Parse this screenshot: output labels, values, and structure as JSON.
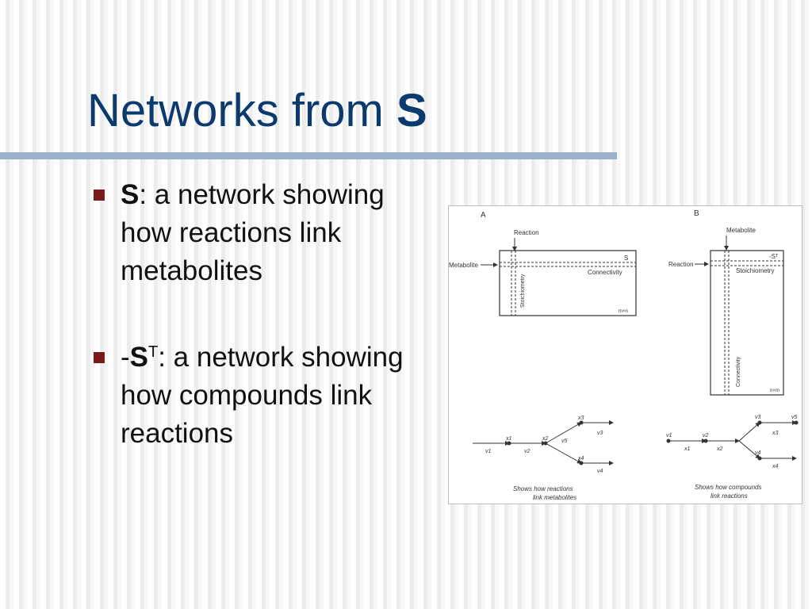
{
  "slide": {
    "title_prefix": "Networks from ",
    "title_bold": "S"
  },
  "bullets": [
    {
      "prefix": "",
      "bold": "S",
      "sup": "",
      "text": ": a network showing how reactions link metabolites"
    },
    {
      "prefix": "-",
      "bold": "S",
      "sup": "T",
      "text": ": a network showing how compounds link reactions"
    }
  ],
  "figure": {
    "panel_a": {
      "letter": "A",
      "reaction_label": "Reaction",
      "metabolite_label": "Metabolite",
      "matrix_symbol": "S",
      "connectivity_label": "Connectivity",
      "stoichiometry_label": "Stoichiometry",
      "dims_label": "m×n",
      "caption_line1": "Shows how reactions",
      "caption_line2": "link metabolites",
      "nodes": [
        "x1",
        "x2",
        "x3",
        "x4"
      ],
      "edges": [
        "v1",
        "v2",
        "v3",
        "v4",
        "v5"
      ]
    },
    "panel_b": {
      "letter": "B",
      "metabolite_label": "Metabolite",
      "reaction_label": "Reaction",
      "matrix_symbol": "-Sᵀ",
      "stoichiometry_label": "Stoichiometry",
      "connectivity_label": "Connectivity",
      "dims_label": "n×m",
      "caption_line1": "Shows how compounds",
      "caption_line2": "link reactions",
      "nodes": [
        "v1",
        "v2",
        "v3",
        "v4",
        "v5"
      ],
      "edges": [
        "x1",
        "x2",
        "x3",
        "x4"
      ]
    }
  }
}
